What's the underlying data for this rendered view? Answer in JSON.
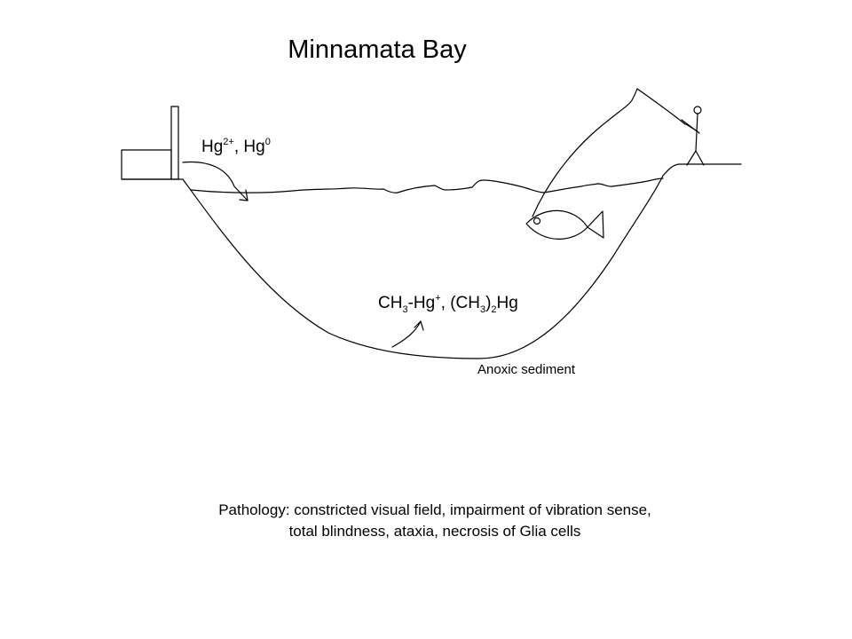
{
  "title": "Minnamata Bay",
  "labels": {
    "hg_inorganic": {
      "part1": "Hg",
      "sup1": "2+",
      "part2": ", Hg",
      "sup2": "0"
    },
    "hg_methyl": {
      "part1": "CH",
      "sub1": "3",
      "part2": "-Hg",
      "sup1": "+",
      "part3": ", (CH",
      "sub2": "3",
      "part4": ")",
      "sub3": "2",
      "part5": "Hg"
    },
    "sediment": "Anoxic sediment"
  },
  "pathology": {
    "line1": "Pathology: constricted visual field, impairment of vibration sense,",
    "line2": "total blindness, ataxia, necrosis of Glia cells"
  },
  "colors": {
    "stroke": "#000000",
    "background": "#ffffff"
  }
}
